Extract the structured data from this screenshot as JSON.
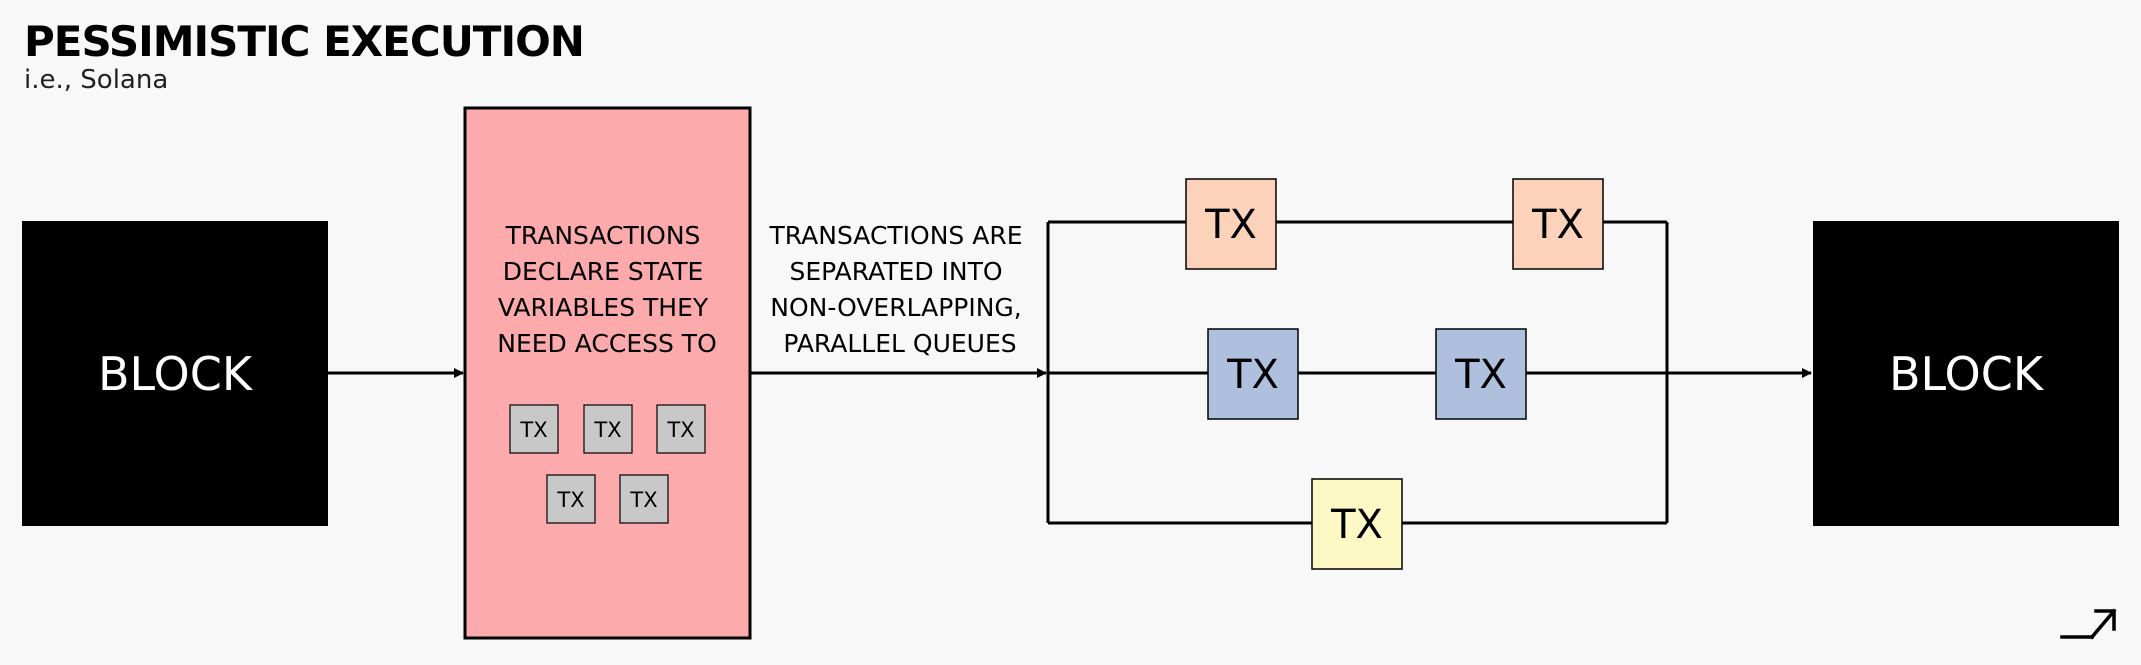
{
  "header": {
    "title": "PESSIMISTIC EXECUTION",
    "subtitle": "i.e., Solana"
  },
  "blocks": {
    "input_label": "BLOCK",
    "output_label": "BLOCK"
  },
  "declare_box": {
    "lines": [
      "TRANSACTIONS",
      "DECLARE STATE",
      "VARIABLES THEY",
      "NEED ACCESS TO"
    ],
    "tx_labels": [
      "TX",
      "TX",
      "TX",
      "TX",
      "TX"
    ]
  },
  "separation_note": {
    "lines": [
      "TRANSACTIONS ARE",
      "SEPARATED INTO",
      "NON-OVERLAPPING,",
      "PARALLEL QUEUES"
    ]
  },
  "queues": [
    {
      "name": "top",
      "tx_labels": [
        "TX",
        "TX"
      ]
    },
    {
      "name": "middle",
      "tx_labels": [
        "TX",
        "TX"
      ]
    },
    {
      "name": "bottom",
      "tx_labels": [
        "TX"
      ]
    }
  ],
  "colors": {
    "background": "#f9f8f8",
    "block": "#000000",
    "declare_box": "#fcaaab",
    "small_tx": "#c8c8c8",
    "queue_top": "#fdd2bb",
    "queue_middle": "#afc0df",
    "queue_bottom": "#fdf9c4"
  },
  "logo": {
    "icon": "arrow-up-right-icon"
  }
}
